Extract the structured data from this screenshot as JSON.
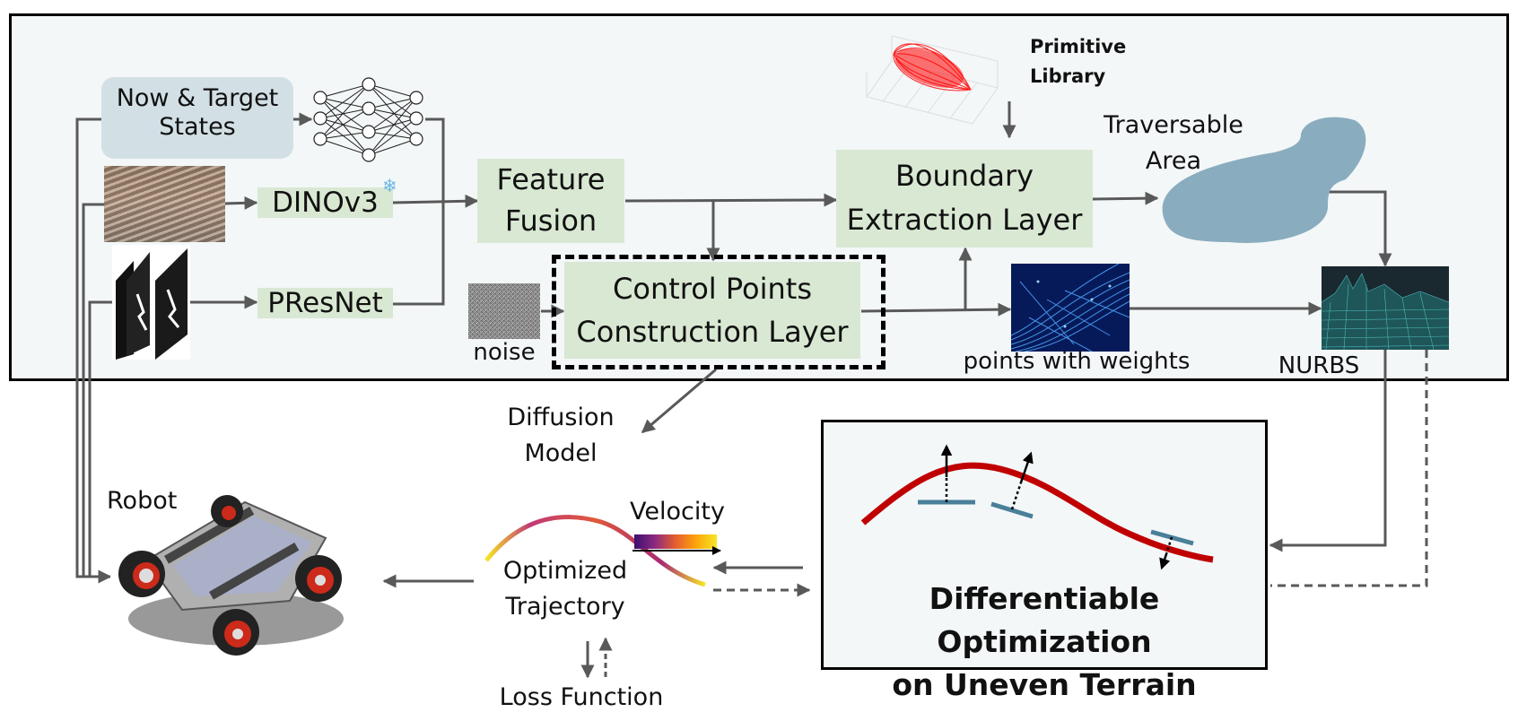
{
  "diagram": {
    "inputs": {
      "states": "Now & Target\nStates",
      "image_encoder": "DINOv3",
      "lidar_encoder": "PResNet",
      "noise": "noise"
    },
    "blocks": {
      "feature_fusion": "Feature\nFusion",
      "control_points": "Control Points\nConstruction Layer",
      "boundary_extraction": "Boundary\nExtraction Layer",
      "diffusion_model": "Diffusion\nModel"
    },
    "outputs": {
      "primitive_library": "Primitive\nLibrary",
      "traversable_area": "Traversable\nArea",
      "points_with_weights": "points with weights",
      "nurbs": "NURBS"
    },
    "bottom": {
      "robot": "Robot",
      "velocity": "Velocity",
      "optimized_trajectory": "Optimized\nTrajectory",
      "loss_function": "Loss Function",
      "optimization_title": "Differentiable Optimization\non Uneven Terrain"
    },
    "colors": {
      "block_green": "#d9e8d3",
      "states_blue": "#d2e0e6",
      "area_blue": "#8aacbf",
      "trajectory_red": "#c00000",
      "plane_teal": "#4a7f99",
      "arrow_gray": "#595959"
    }
  }
}
